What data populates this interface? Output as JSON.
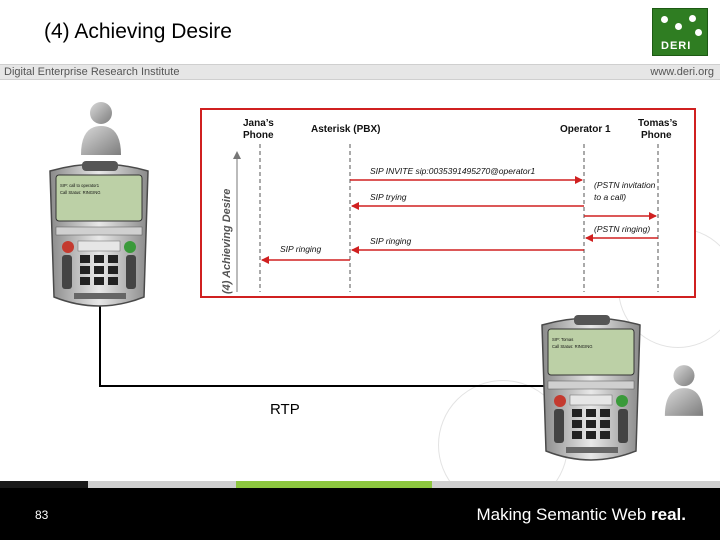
{
  "slide": {
    "title": "(4) Achieving Desire",
    "institute": "Digital Enterprise Research Institute",
    "url": "www.deri.org",
    "logo_text": "DERI",
    "page_number": "83",
    "tagline_main": "Making Semantic Web",
    "tagline_emphasis": "real."
  },
  "diagram": {
    "side_label": "(4) Achieving Desire",
    "participants": {
      "jana": [
        "Jana’s",
        "Phone"
      ],
      "asterisk": "Asterisk (PBX)",
      "operator": "Operator 1",
      "tomas": [
        "Tomas’s",
        "Phone"
      ]
    },
    "messages": {
      "invite": "SIP INVITE sip:0035391495270@operator1",
      "trying": "SIP trying",
      "pstn_invitation": [
        "(PSTN invitation",
        "to a call)"
      ],
      "pstn_ringing": "(PSTN ringing)",
      "ringing_asterisk": "SIP ringing",
      "ringing_jana": "SIP ringing"
    },
    "link_label": "RTP"
  },
  "phone_screen": {
    "left_line1": "SIP: call to operator1",
    "left_line2": "Call Status: RINGING",
    "right_line1": "SIP: Tomas",
    "right_line2": "Call Status: RINGING"
  },
  "icons": {
    "person": "person-icon",
    "softphone": "softphone-icon",
    "logo": "deri-logo-icon"
  },
  "colors": {
    "frame": "#d02020",
    "arrow": "#d02020",
    "footer": "#000000",
    "stripe_dark": "#1a1a1a",
    "stripe_gray": "#cfcfcf",
    "stripe_green": "#8dc63f",
    "logo": "#2f7d22"
  }
}
